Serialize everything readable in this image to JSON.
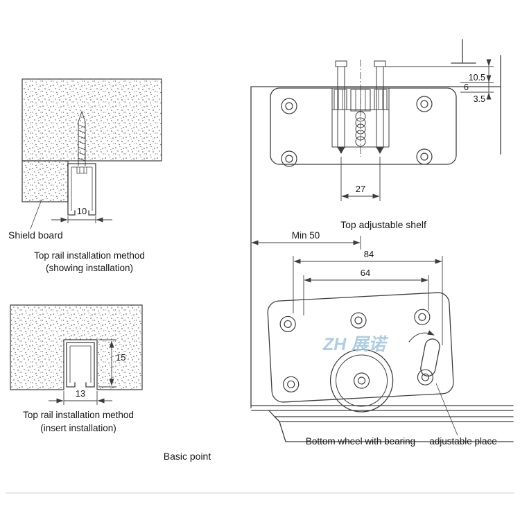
{
  "top_rail_showing": {
    "shield_board_label": "Shield board",
    "caption_line1": "Top rail installation method",
    "caption_line2": "(showing installation)",
    "dim_rail_width": "10"
  },
  "top_rail_insert": {
    "caption_line1": "Top rail installation method",
    "caption_line2": "(insert installation)",
    "dim_depth": "15",
    "dim_width": "13"
  },
  "top_shelf": {
    "caption": "Top adjustable shelf",
    "dim_top": "10.5",
    "dim_mid": "6",
    "dim_bottom": "3.5",
    "dim_screw_spacing": "27"
  },
  "bottom_assembly": {
    "dim_min_distance": "Min 50",
    "dim_outer_span": "84",
    "dim_inner_span": "64",
    "wheel_caption": "Bottom wheel with bearing",
    "adjust_caption": "adjustable place",
    "watermark": "ZH 展诺"
  },
  "footer": {
    "basic_point": "Basic point"
  },
  "colors": {
    "line": "#3d3d3d",
    "text": "#161616",
    "watermark": "#a6c8e0",
    "background": "#ffffff"
  }
}
